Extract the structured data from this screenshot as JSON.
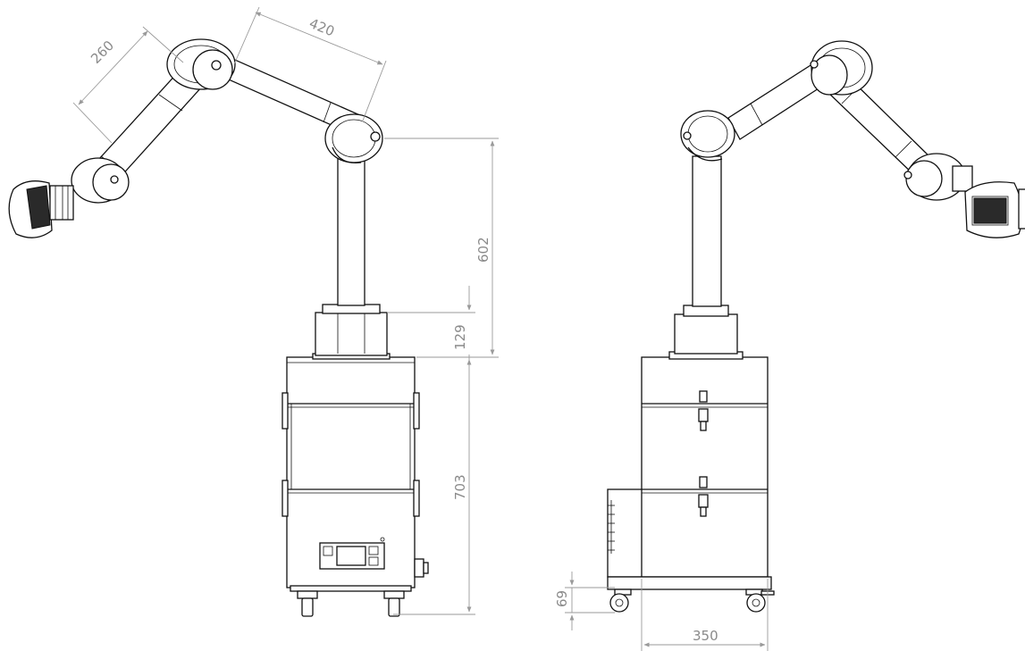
{
  "dimensions": {
    "arm_segment_1": "260",
    "arm_segment_2": "420",
    "column_height": "602",
    "hood_height": "129",
    "cabinet_height": "703",
    "wheel_height": "69",
    "cabinet_width": "350"
  },
  "colors": {
    "line": "#111111",
    "dimension": "#9a9a9a",
    "background": "#ffffff"
  }
}
